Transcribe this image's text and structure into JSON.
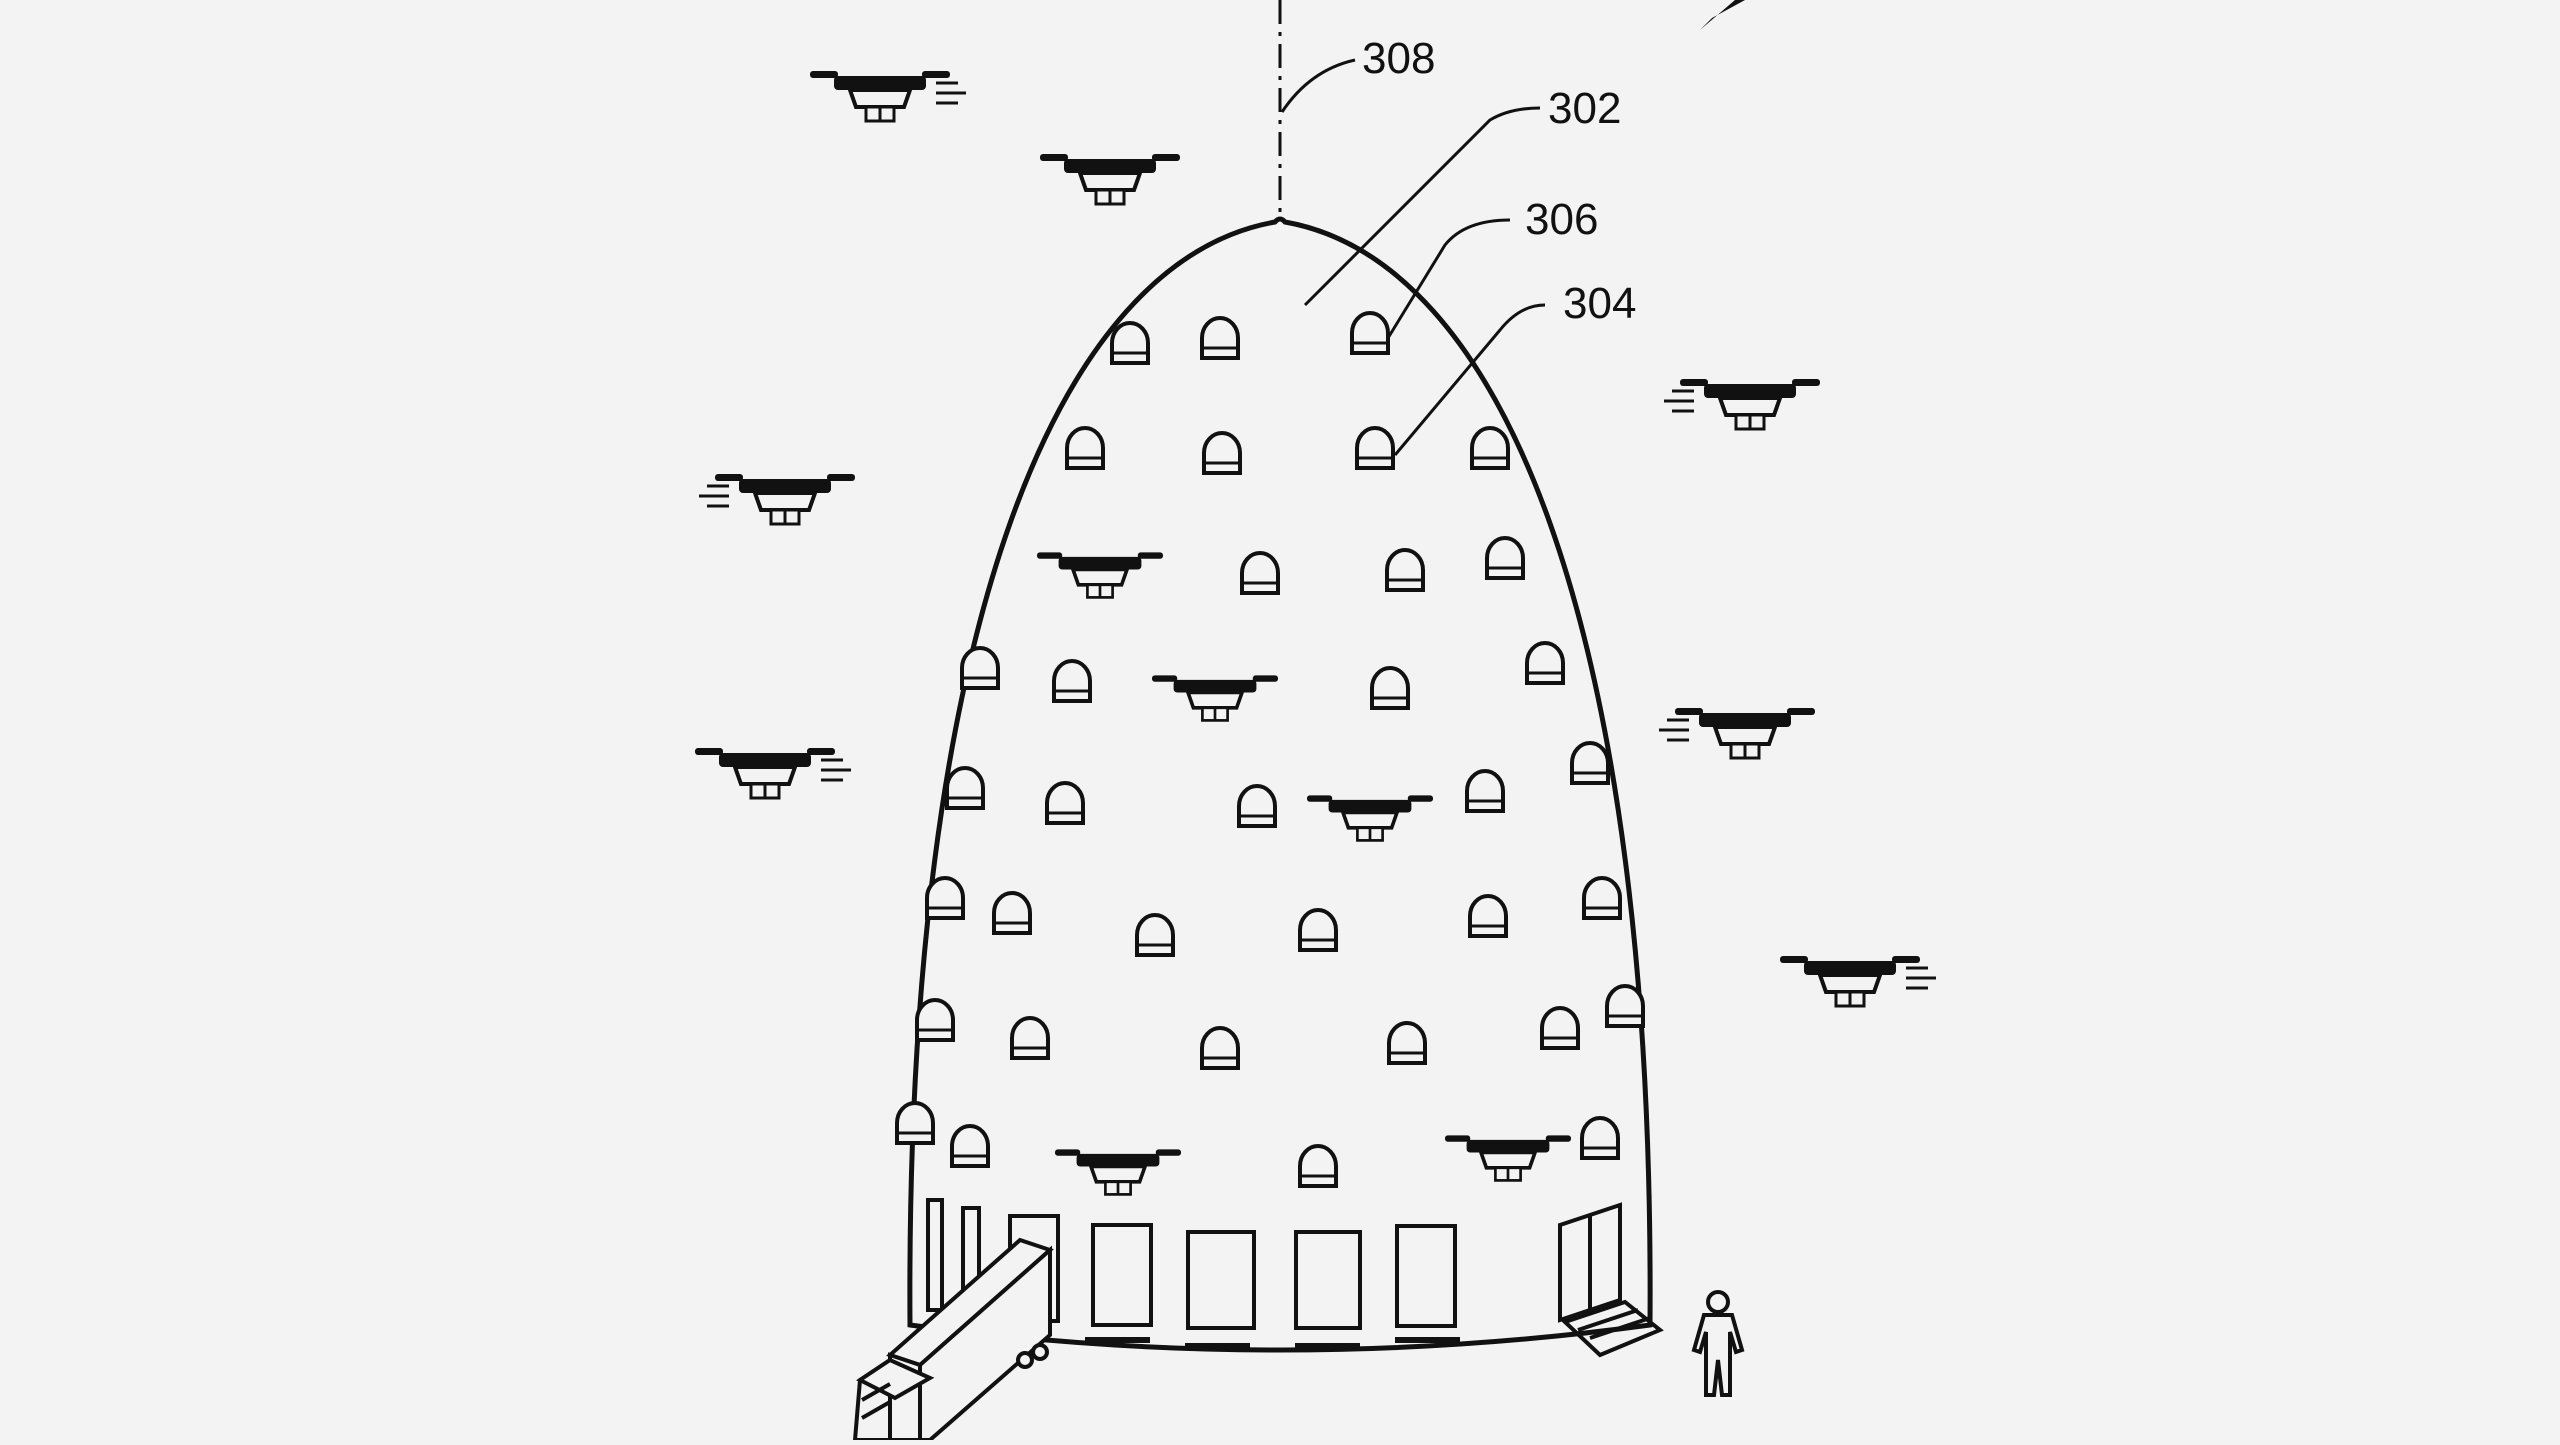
{
  "figure": {
    "reference_numerals": [
      "308",
      "302",
      "306",
      "304"
    ]
  },
  "colors": {
    "background": "#f3f3f3",
    "ink": "#111111"
  }
}
